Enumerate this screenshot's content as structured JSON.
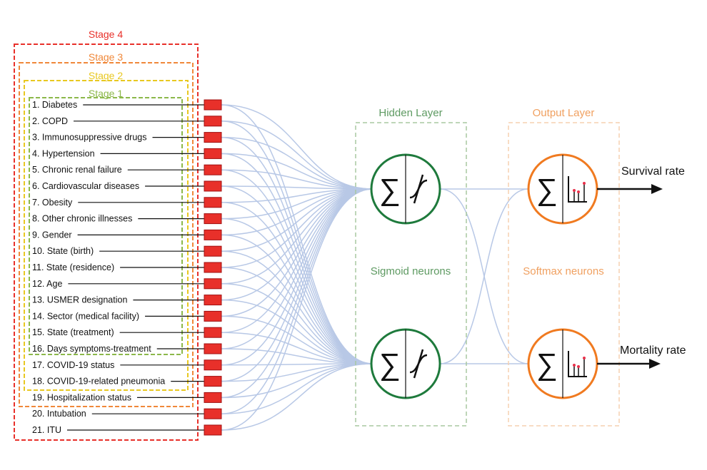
{
  "stages": [
    {
      "label": "Stage 4",
      "color": "#e8302a"
    },
    {
      "label": "Stage 3",
      "color": "#f0883a"
    },
    {
      "label": "Stage 2",
      "color": "#e8c820"
    },
    {
      "label": "Stage 1",
      "color": "#8cb84a"
    }
  ],
  "inputs": [
    "1. Diabetes",
    "2. COPD",
    "3. Immunosuppressive drugs",
    "4. Hypertension",
    "5. Chronic renal failure",
    "6. Cardiovascular diseases",
    "7. Obesity",
    "8. Other chronic illnesses",
    "9. Gender",
    "10. State (birth)",
    "11. State (residence)",
    "12. Age",
    "13. USMER designation",
    "14. Sector (medical facility)",
    "15. State (treatment)",
    "16. Days symptoms-treatment",
    "17. COVID-19 status",
    "18. COVID-19-related pneumonia",
    "19. Hospitalization status",
    "20. Intubation",
    "21. ITU"
  ],
  "hidden_layer": {
    "title": "Hidden Layer",
    "caption": "Sigmoid neurons",
    "color": "#1e7a3c",
    "text_color": "#5e9a62"
  },
  "output_layer": {
    "title": "Output Layer",
    "caption": "Softmax neurons",
    "color": "#f07a20",
    "text_color": "#f0a060"
  },
  "outputs": [
    "Survival rate",
    "Mortality rate"
  ],
  "colors": {
    "connection": "#b8c8e6",
    "input_node": "#e8302a"
  }
}
